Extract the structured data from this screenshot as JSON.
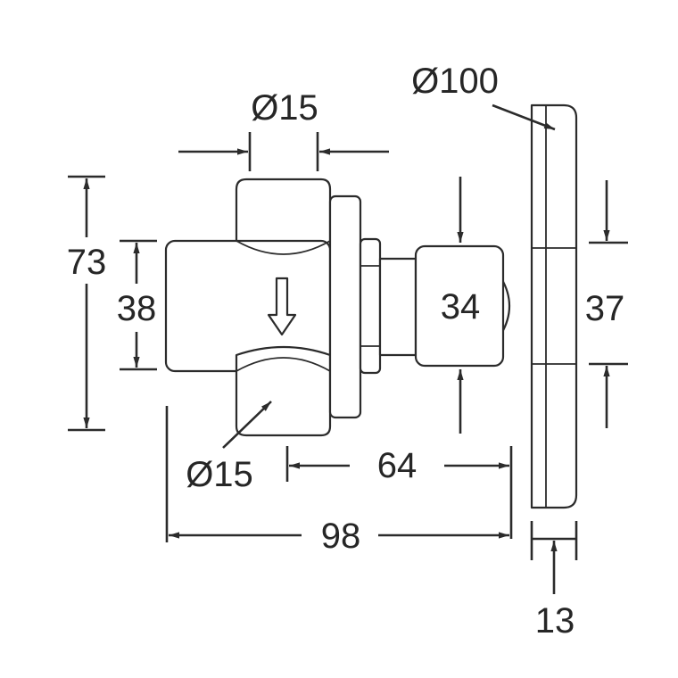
{
  "drawing": {
    "labels": {
      "dia15_top": "Ø15",
      "dia15_bottom": "Ø15",
      "dia100": "Ø100",
      "h73": "73",
      "h38": "38",
      "d34": "34",
      "h37": "37",
      "w64": "64",
      "w98": "98",
      "w13": "13"
    },
    "flow_arrow_icon": "down-arrow-icon",
    "colors": {
      "line": "#2b2b2b",
      "text": "#262626",
      "background": "#ffffff"
    }
  }
}
